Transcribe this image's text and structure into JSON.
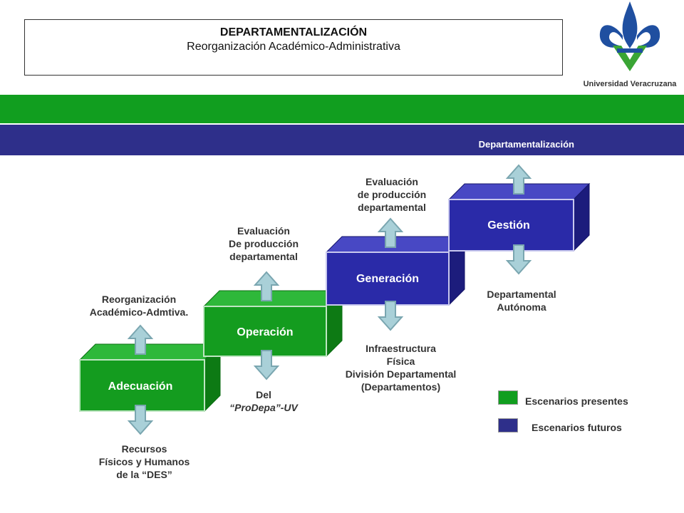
{
  "header": {
    "title": "DEPARTAMENTALIZACIÓN",
    "subtitle": "Reorganización Académico-Administrativa"
  },
  "logo": {
    "text": "Universidad Veracruzana",
    "icon": "fleur-de-lis-logo"
  },
  "band": {
    "label": "Departamentalización",
    "green": "#119e1f",
    "blue": "#2e2f8a"
  },
  "steps": [
    {
      "name": "Adecuación",
      "scenario": "present"
    },
    {
      "name": "Operación",
      "scenario": "present"
    },
    {
      "name": "Generación",
      "scenario": "future"
    },
    {
      "name": "Gestión",
      "scenario": "future"
    }
  ],
  "labels": {
    "adecuacion_up": "Reorganización\nAcadémico-Admtiva.",
    "adecuacion_down": "Recursos\nFísicos y Humanos\nde la “DES”",
    "operacion_up": "Evaluación\nDe producción\ndepartamental",
    "operacion_down_1": "Del",
    "operacion_down_2": "“ProDepa”-UV",
    "generacion_up": "Evaluación\nde producción\ndepartamental",
    "generacion_down": "Infraestructura\nFísica\nDivisión Departamental\n(Departamentos)",
    "gestion_down": "Departamental\nAutónoma"
  },
  "legend": {
    "present": "Escenarios presentes",
    "future": "Escenarios futuros"
  },
  "colors": {
    "present_front": "#149c1f",
    "present_top": "#2eb83a",
    "present_side": "#0d7a14",
    "future_front": "#2a2aa8",
    "future_top": "#4848c4",
    "future_side": "#1c1c7c",
    "arrow_fill": "#a9d0d8",
    "arrow_stroke": "#7aa6b0"
  }
}
